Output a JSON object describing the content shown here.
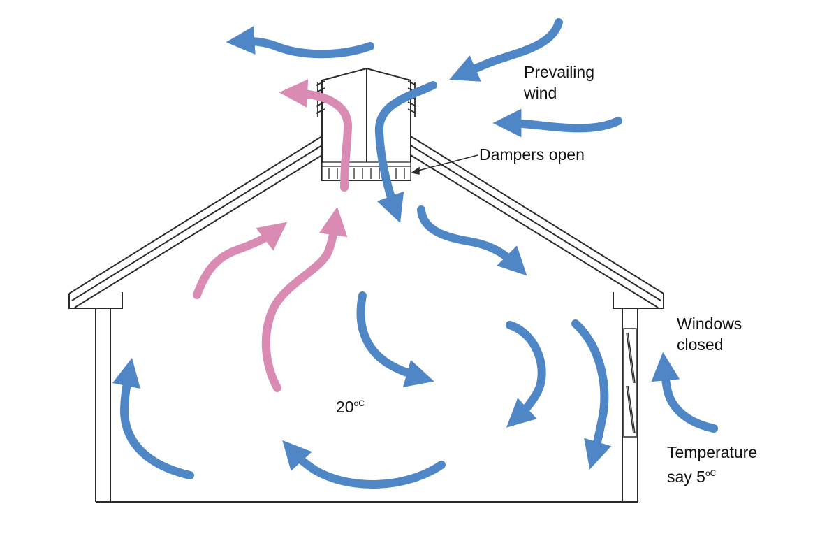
{
  "labels": {
    "prevailing_wind_line1": "Prevailing",
    "prevailing_wind_line2": "wind",
    "dampers": "Dampers open",
    "windows_line1": "Windows",
    "windows_line2": "closed",
    "temp_inside_value": "20",
    "temp_inside_unit": "oC",
    "temp_outside_line1": "Temperature",
    "temp_outside_prefix": "say 5",
    "temp_outside_unit": "oC"
  },
  "colors": {
    "cold_air": "#4f86c6",
    "warm_air": "#d98bb4",
    "outline": "#2a2a2a"
  }
}
